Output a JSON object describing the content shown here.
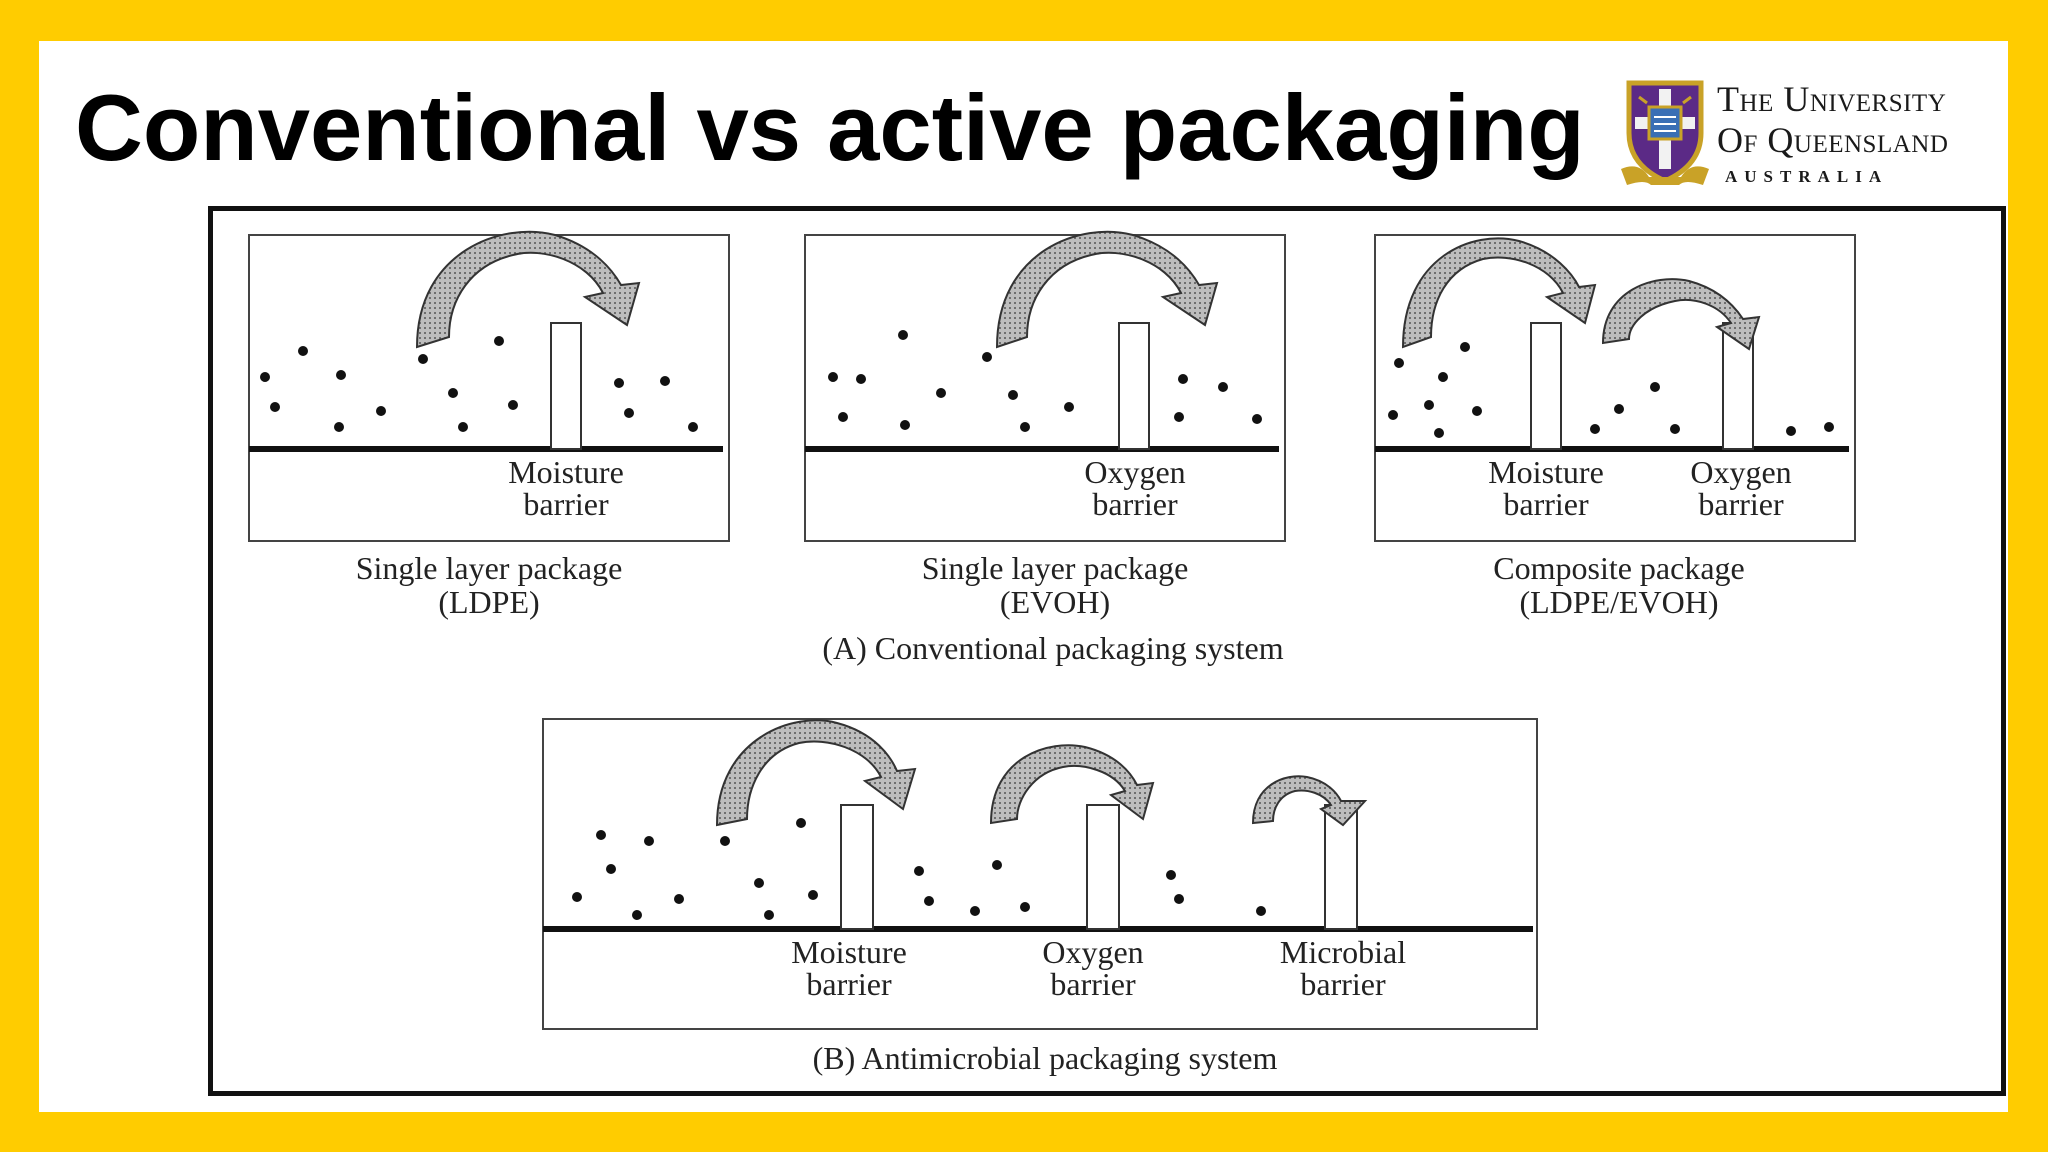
{
  "slide": {
    "title": "Conventional vs active packaging",
    "background_color": "#FFCC00"
  },
  "logo": {
    "line1": "The University",
    "line2": "Of Queensland",
    "line3": "AUSTRALIA",
    "crest_icon": "uq-crest-icon"
  },
  "figure": {
    "section_a": {
      "caption": "(A) Conventional packaging system",
      "panels": [
        {
          "barriers": [
            {
              "line1": "Moisture",
              "line2": "barrier"
            }
          ],
          "label_line1": "Single layer package",
          "label_line2": "(LDPE)"
        },
        {
          "barriers": [
            {
              "line1": "Oxygen",
              "line2": "barrier"
            }
          ],
          "label_line1": "Single layer package",
          "label_line2": "(EVOH)"
        },
        {
          "barriers": [
            {
              "line1": "Moisture",
              "line2": "barrier"
            },
            {
              "line1": "Oxygen",
              "line2": "barrier"
            }
          ],
          "label_line1": "Composite package",
          "label_line2": "(LDPE/EVOH)"
        }
      ]
    },
    "section_b": {
      "caption": "(B) Antimicrobial packaging system",
      "barriers": [
        {
          "line1": "Moisture",
          "line2": "barrier"
        },
        {
          "line1": "Oxygen",
          "line2": "barrier"
        },
        {
          "line1": "Microbial",
          "line2": "barrier"
        }
      ]
    }
  }
}
